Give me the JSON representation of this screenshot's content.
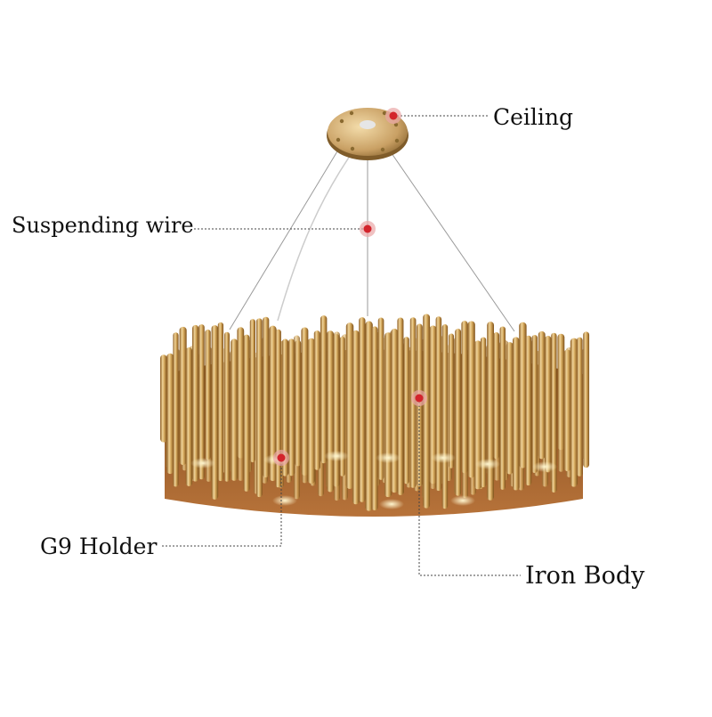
{
  "callouts": {
    "ceiling": "Ceiling",
    "suspending_wire": "Suspending wire",
    "g9_holder": "G9 Holder",
    "iron_body": "Iron Body"
  },
  "colors": {
    "gold_light": "#e9c98a",
    "gold_mid": "#c89a4e",
    "gold_dark": "#8a5a1f",
    "interior": "#a8652d",
    "marker": "#d3242c",
    "leader": "#444444"
  }
}
